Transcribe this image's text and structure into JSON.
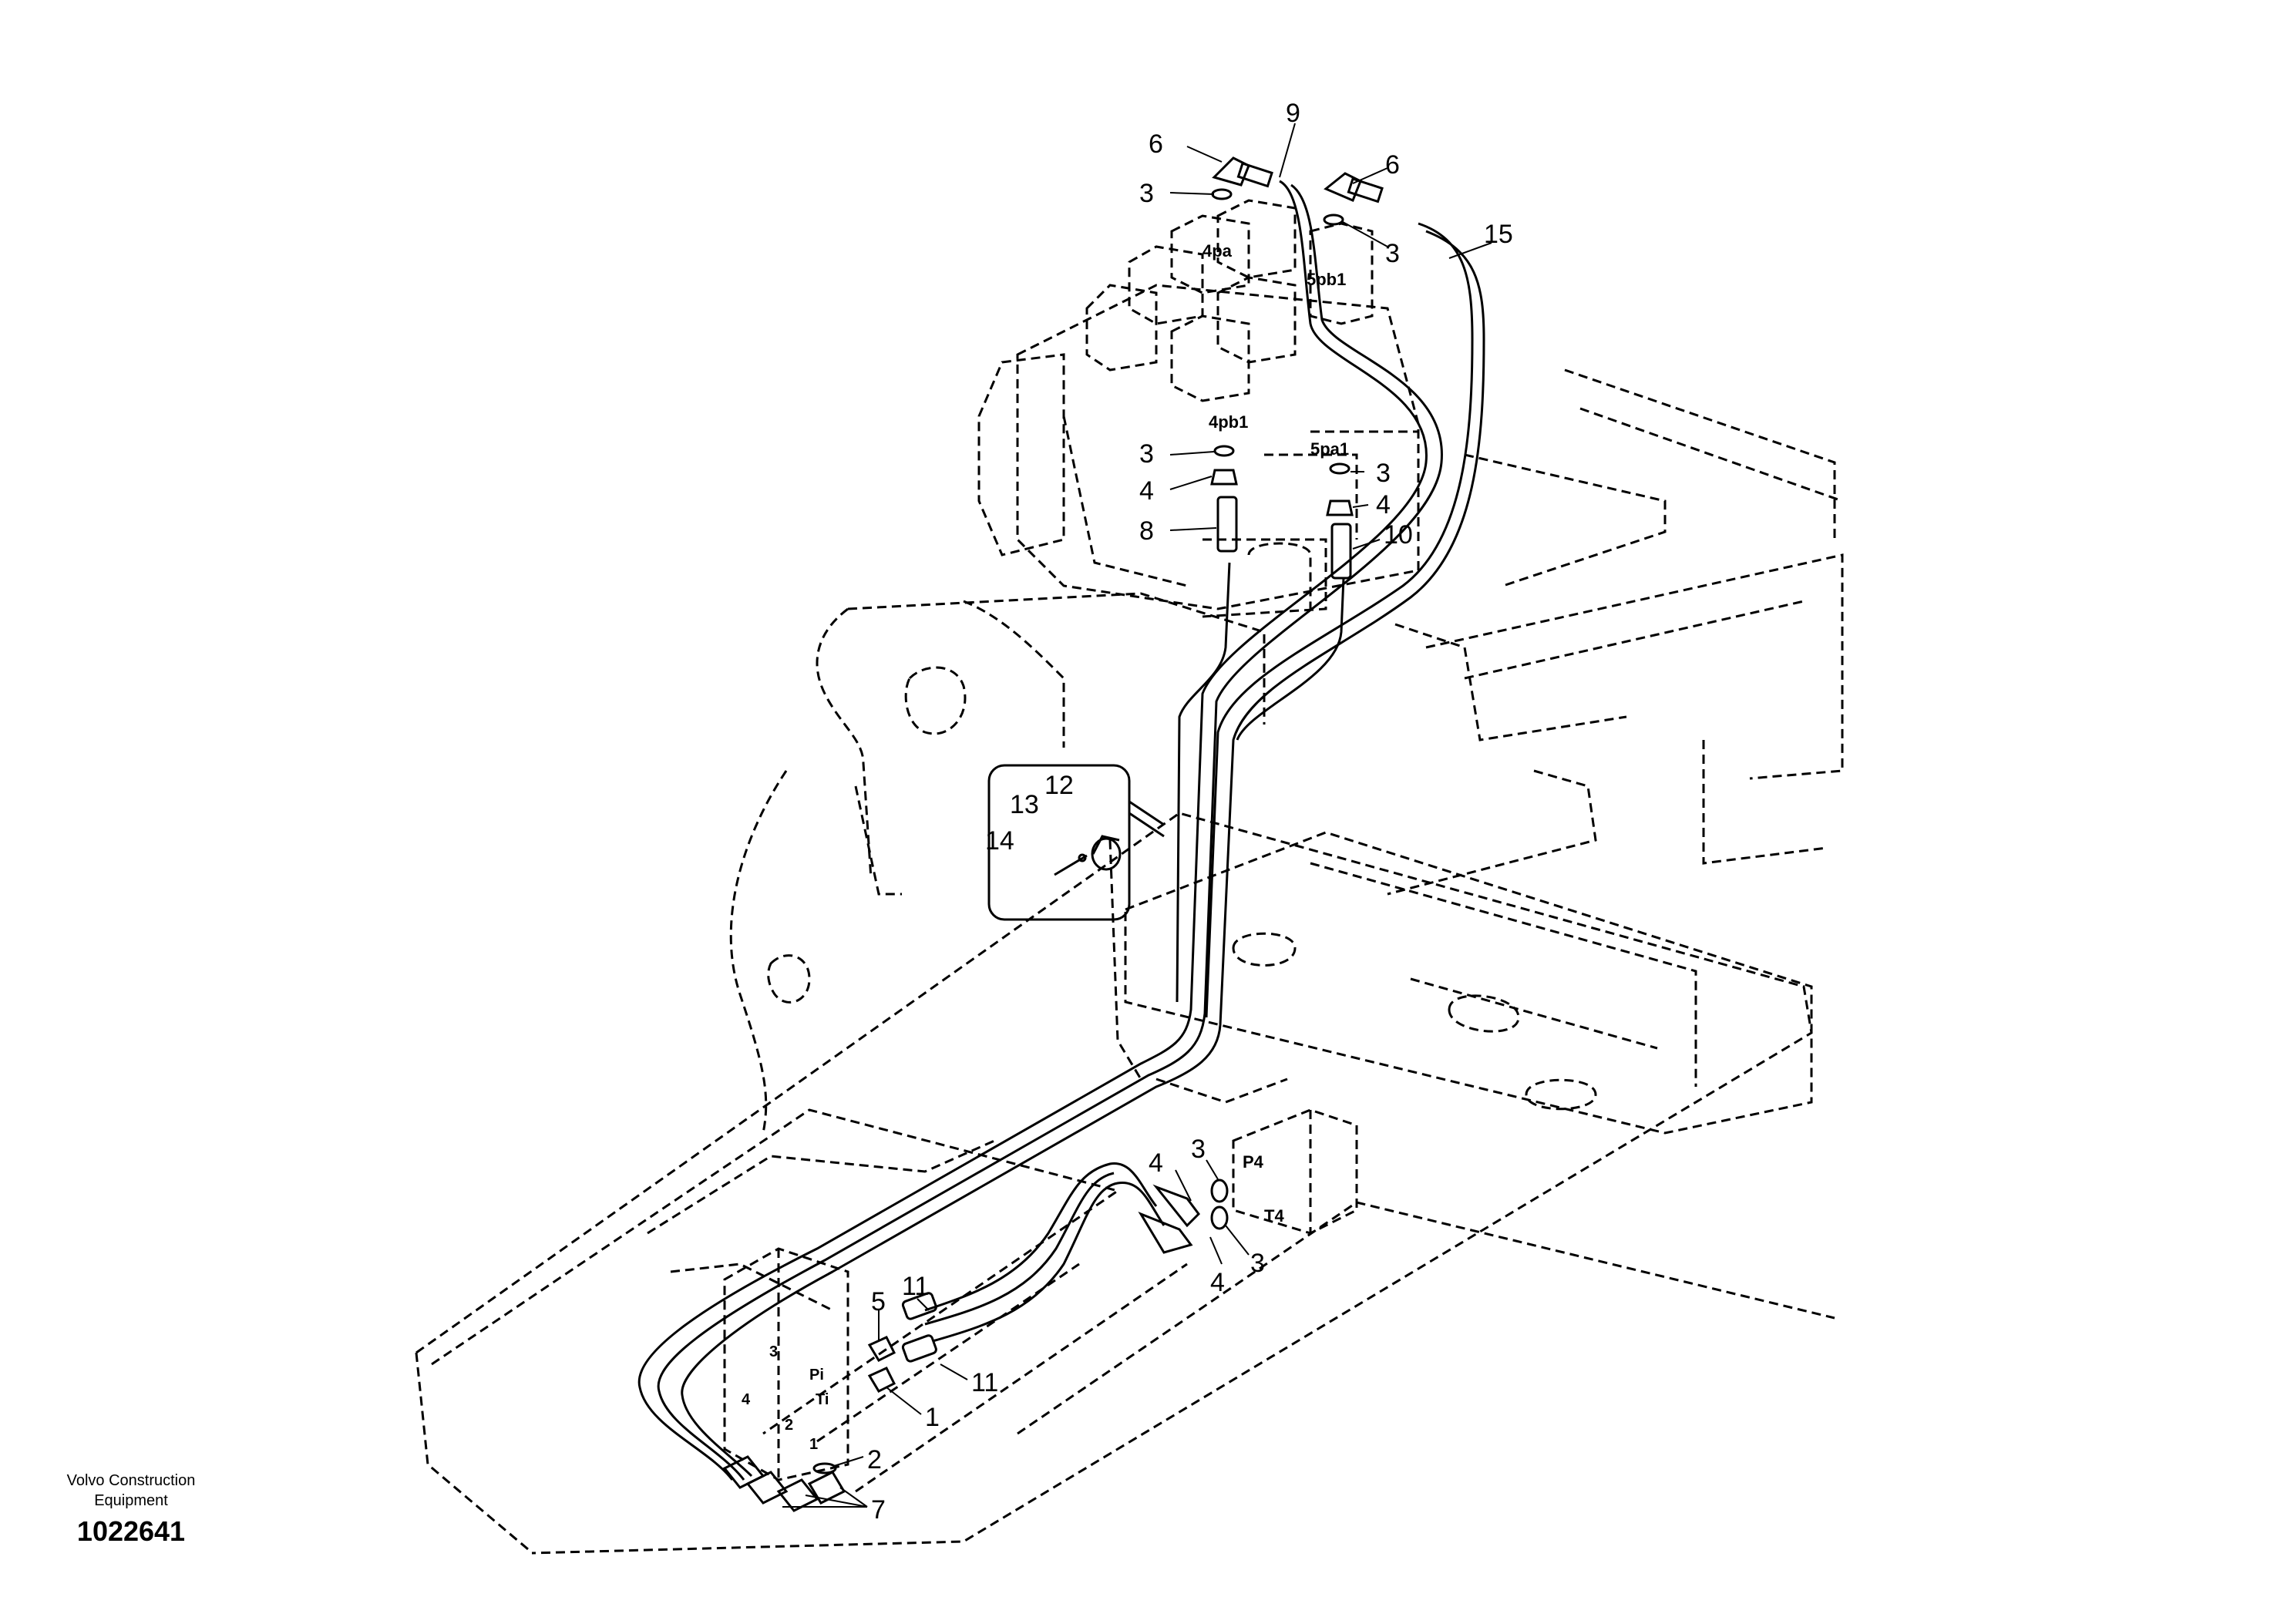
{
  "brand": {
    "line1": "Volvo Construction",
    "line2": "Equipment"
  },
  "document_number": "1022641",
  "port_labels": [
    "4pa",
    "5pb1",
    "4pb1",
    "5pa1",
    "P4",
    "T4",
    "Pi",
    "Ti",
    "3",
    "4",
    "2",
    "1"
  ],
  "callouts": {
    "c6a": "6",
    "c9": "9",
    "c3a": "3",
    "c6b": "6",
    "c3b": "3",
    "c15": "15",
    "c3c": "3",
    "c4a": "4",
    "c8": "8",
    "c3d": "3",
    "c4b": "4",
    "c10": "10",
    "c12": "12",
    "c13": "13",
    "c14": "14",
    "c3e": "3",
    "c4c": "4",
    "c3f": "3",
    "c4d": "4",
    "c11a": "11",
    "c5": "5",
    "c11b": "11",
    "c1": "1",
    "c2": "2",
    "c7": "7"
  }
}
